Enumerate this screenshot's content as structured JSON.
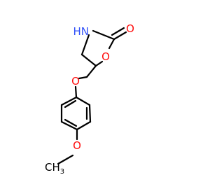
{
  "atoms": {
    "nh": "HN",
    "carbonyl_oxygen": "O",
    "ring_oxygen": "O",
    "ether_oxygen": "O",
    "methoxy_oxygen": "O",
    "methyl_carbon": "C",
    "methyl_hydrogen": "H",
    "methyl_subscript": "3"
  },
  "colors": {
    "bond": "#000000",
    "oxygen": "#ff0d0d",
    "nitrogen": "#3050f8",
    "carbon": "#000000"
  }
}
